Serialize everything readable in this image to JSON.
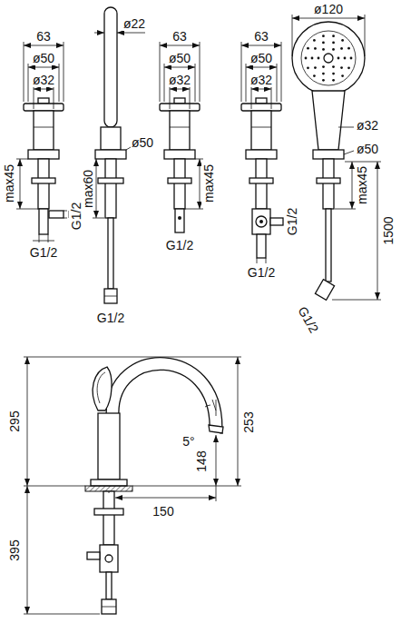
{
  "diagram": {
    "labels": [
      "ø120",
      "ø22",
      "63",
      "ø32",
      "63",
      "ø32",
      "63",
      "ø32",
      "ø32",
      "ø50",
      "ø50",
      "ø50",
      "ø50",
      "ø50",
      "max45",
      "max60",
      "max45",
      "max45",
      "1500",
      "G1/2",
      "G1/2",
      "G1/2",
      "G1/2",
      "G1/2",
      "G1/2",
      "G1/2",
      "295",
      "5°",
      "148",
      "253",
      "150",
      "395"
    ]
  }
}
